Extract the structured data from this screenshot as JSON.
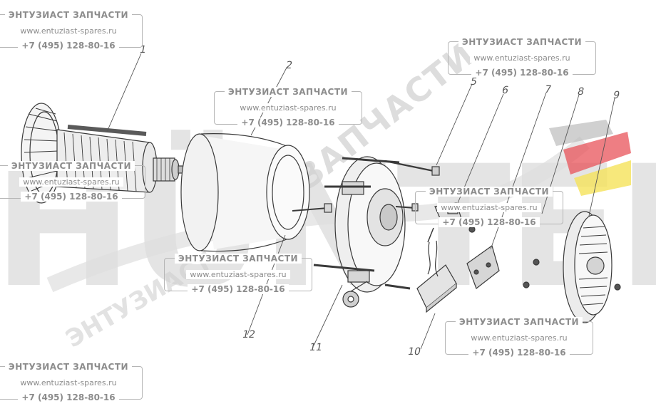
{
  "watermark": {
    "company": "ЭНТУЗИАСТ ЗАПЧАСТИ",
    "website": "www.entuziast-spares.ru",
    "phone": "+7 (495) 128-80-16"
  },
  "brand_logo": "HÜNTER",
  "diagonal_stamp": "ЭНТУЗИАСТ ЗАПЧАСТИ",
  "callouts": [
    "1",
    "2",
    "5",
    "6",
    "7",
    "8",
    "9",
    "10",
    "11",
    "12"
  ],
  "colors": {
    "line": "#3a3a3a",
    "watermark_text": "#8c8c8c",
    "logo_gray": "#d6d6d6",
    "logo_red": "#e8535a",
    "logo_yellow": "#f5e25a"
  }
}
